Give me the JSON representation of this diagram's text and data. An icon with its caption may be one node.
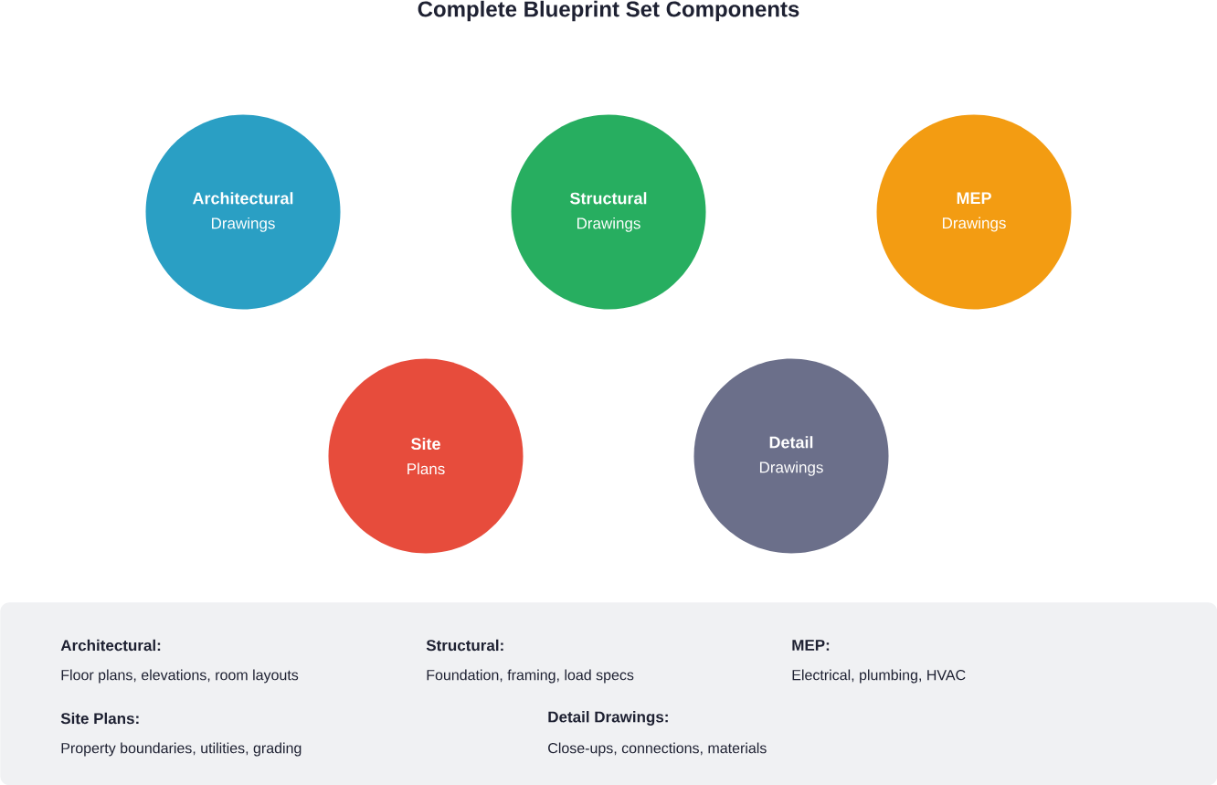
{
  "diagram": {
    "title": "Complete Blueprint Set Components",
    "nodes": [
      {
        "text": [
          "Architectural",
          "Drawings"
        ]
      },
      {
        "text": [
          "Structural",
          "Drawings"
        ]
      },
      {
        "text": [
          "MEP",
          "Drawings"
        ]
      },
      {
        "text": [
          "Site",
          "Plans"
        ]
      },
      {
        "text": [
          "Detail",
          "Drawings"
        ]
      },
      {
        "text": [
          "Architectural:",
          "Floor plans, elevations, room layouts",
          "Structural:",
          "Foundation, framing, load specs",
          "MEP:",
          "Electrical, plumbing, HVAC",
          "Site Plans:",
          "Property boundaries, utilities, grading",
          "Detail Drawings:",
          "Close-ups, connections, materials"
        ]
      }
    ]
  }
}
